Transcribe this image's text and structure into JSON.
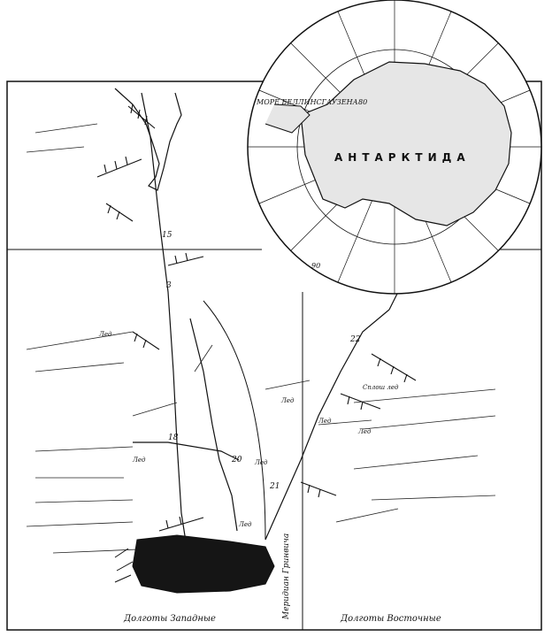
{
  "map": {
    "continent_label": "АНТАРКТИДА",
    "inset_sea_label": "МОРЕ БЕЛЛИНСГАУЗЕНА",
    "inset_lat_label": "90",
    "inset_lat_label_2": "80",
    "bottom_left_label": "Долготы  Западные",
    "bottom_right_label": "Долготы  Восточные",
    "meridian_label": "Меридиан Гринвича",
    "route_points": [
      "15",
      "18",
      "20",
      "21",
      "22",
      "3"
    ],
    "annotations": [
      "Лед",
      "Лед",
      "Лед",
      "Лед",
      "Сплош лед",
      "Лед",
      "Лед",
      "Лед"
    ]
  }
}
